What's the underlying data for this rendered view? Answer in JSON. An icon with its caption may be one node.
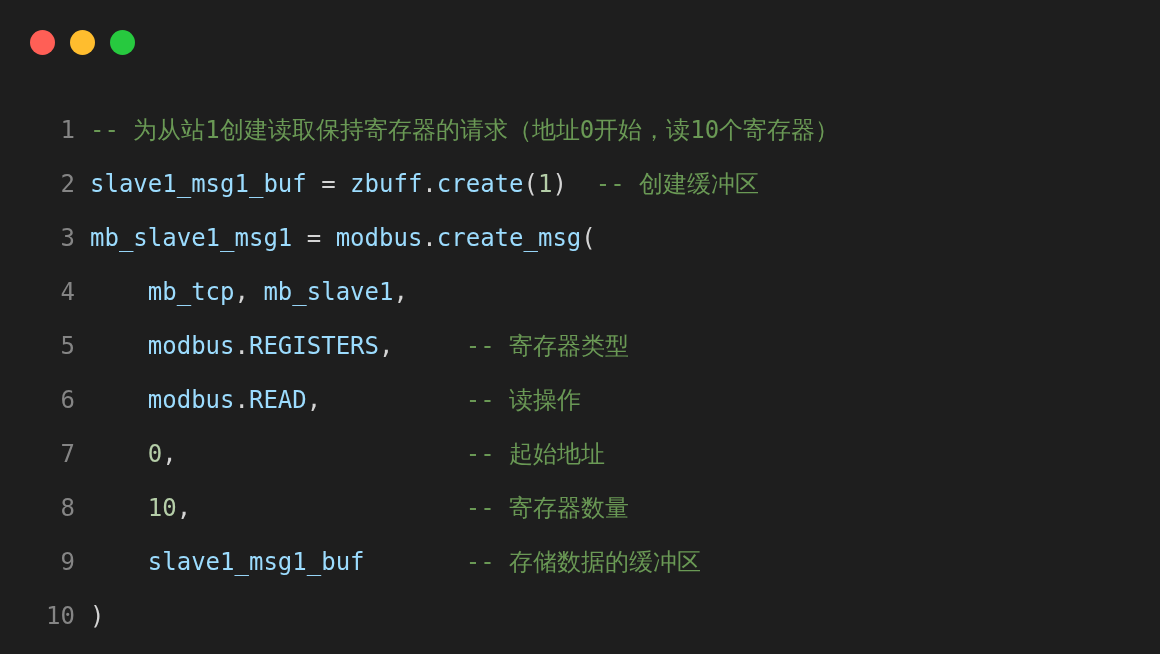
{
  "diagram": {
    "labels": [
      "1",
      "-- 为从站1创建读取保持寄存器的请求（地址0开始，读10个寄存器）",
      "2",
      "slave1_msg1_buf = zbuff.create(1)  -- 创建缓冲区",
      "3",
      "mb_slave1_msg1 = modbus.create_msg(",
      "4",
      "    mb_tcp, mb_slave1,",
      "5",
      "    modbus.REGISTERS,     -- 寄存器类型",
      "6",
      "    modbus.READ,          -- 读操作",
      "7",
      "    0,                    -- 起始地址",
      "8",
      "    10,                   -- 寄存器数量",
      "9",
      "    slave1_msg1_buf       -- 存储数据的缓冲区",
      "10",
      ")"
    ]
  }
}
